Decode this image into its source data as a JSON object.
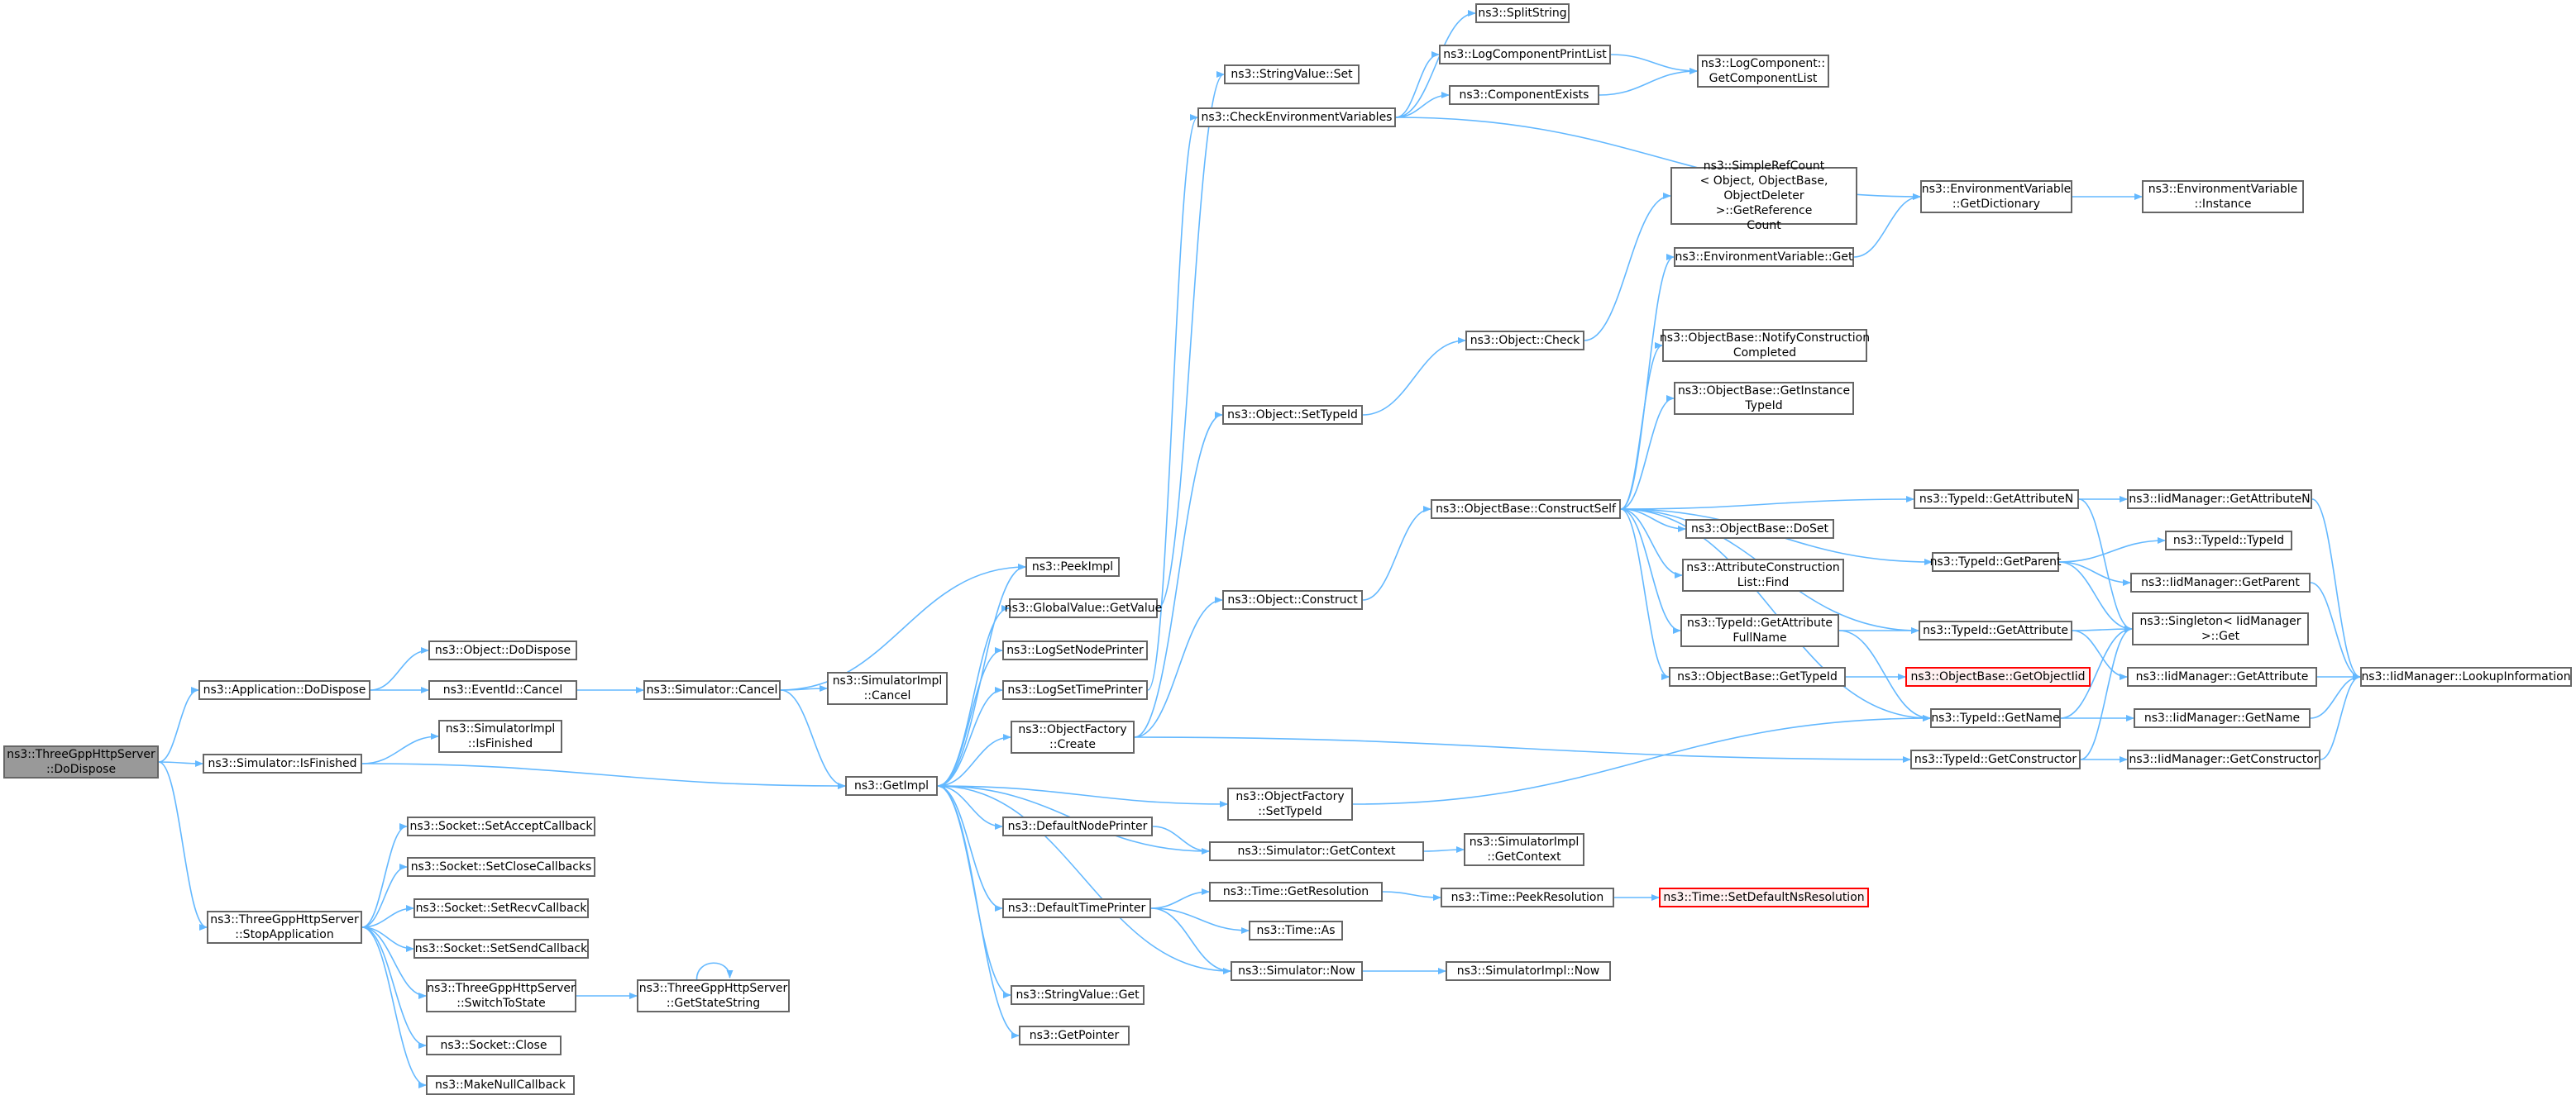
{
  "diagram": {
    "edge_color": "#63b8ff",
    "nodes": {
      "root": "ns3::ThreeGppHttpServer\n::DoDispose",
      "app_dodispose": "ns3::Application::DoDispose",
      "sim_isfinished": "ns3::Simulator::IsFinished",
      "stopapp": "ns3::ThreeGppHttpServer\n::StopApplication",
      "obj_dodispose": "ns3::Object::DoDispose",
      "eventid_cancel": "ns3::EventId::Cancel",
      "simimpl_isfinished": "ns3::SimulatorImpl\n::IsFinished",
      "sock_setaccept": "ns3::Socket::SetAcceptCallback",
      "sock_setclose": "ns3::Socket::SetCloseCallbacks",
      "sock_setrecv": "ns3::Socket::SetRecvCallback",
      "sock_setsend": "ns3::Socket::SetSendCallback",
      "switchtostate": "ns3::ThreeGppHttpServer\n::SwitchToState",
      "sock_close": "ns3::Socket::Close",
      "makenullcb": "ns3::MakeNullCallback",
      "sim_cancel": "ns3::Simulator::Cancel",
      "getstatestring": "ns3::ThreeGppHttpServer\n::GetStateString",
      "simimpl_cancel": "ns3::SimulatorImpl\n::Cancel",
      "getimpl": "ns3::GetImpl",
      "peekimpl": "ns3::PeekImpl",
      "globalvalue_getvalue": "ns3::GlobalValue::GetValue",
      "logsetnodeprinter": "ns3::LogSetNodePrinter",
      "logsettimeprinter": "ns3::LogSetTimePrinter",
      "objfactory_create": "ns3::ObjectFactory\n::Create",
      "defaultnodeprinter": "ns3::DefaultNodePrinter",
      "defaulttimeprinter": "ns3::DefaultTimePrinter",
      "stringvalue_get": "ns3::StringValue::Get",
      "getpointer": "ns3::GetPointer",
      "stringvalue_set": "ns3::StringValue::Set",
      "checkenv": "ns3::CheckEnvironmentVariables",
      "object_settypeid": "ns3::Object::SetTypeId",
      "object_construct": "ns3::Object::Construct",
      "objfactory_settypeid": "ns3::ObjectFactory\n::SetTypeId",
      "sim_getcontext": "ns3::Simulator::GetContext",
      "time_getresolution": "ns3::Time::GetResolution",
      "time_as": "ns3::Time::As",
      "sim_now": "ns3::Simulator::Now",
      "splitstring": "ns3::SplitString",
      "logcomponentprintlist": "ns3::LogComponentPrintList",
      "componentexists": "ns3::ComponentExists",
      "object_check": "ns3::Object::Check",
      "constructself": "ns3::ObjectBase::ConstructSelf",
      "simimpl_getcontext": "ns3::SimulatorImpl\n::GetContext",
      "time_peekresolution": "ns3::Time::PeekResolution",
      "simimpl_now": "ns3::SimulatorImpl::Now",
      "logcomponent_getlist": "ns3::LogComponent::\nGetComponentList",
      "simplerefcount": "ns3::SimpleRefCount\n< Object, ObjectBase,\nObjectDeleter >::GetReference\nCount",
      "envvar_get": "ns3::EnvironmentVariable::Get",
      "notifyconstruction": "ns3::ObjectBase::NotifyConstruction\nCompleted",
      "getinstancetypeid": "ns3::ObjectBase::GetInstance\nTypeId",
      "objectbase_doset": "ns3::ObjectBase::DoSet",
      "attrconstructionlist_find": "ns3::AttributeConstruction\nList::Find",
      "typeid_getattributefullname": "ns3::TypeId::GetAttribute\nFullName",
      "objectbase_gettypeid": "ns3::ObjectBase::GetTypeId",
      "setdefaultnsresolution": "ns3::Time::SetDefaultNsResolution",
      "envvar_getdictionary": "ns3::EnvironmentVariable\n::GetDictionary",
      "typeid_getattributen": "ns3::TypeId::GetAttributeN",
      "typeid_getparent": "ns3::TypeId::GetParent",
      "typeid_getattribute": "ns3::TypeId::GetAttribute",
      "getobjectiid": "ns3::ObjectBase::GetObjectIid",
      "typeid_getname": "ns3::TypeId::GetName",
      "typeid_getconstructor": "ns3::TypeId::GetConstructor",
      "envvar_instance": "ns3::EnvironmentVariable\n::Instance",
      "iidmgr_getattributen": "ns3::IidManager::GetAttributeN",
      "typeid_typeid": "ns3::TypeId::TypeId",
      "iidmgr_getparent": "ns3::IidManager::GetParent",
      "singleton_get": "ns3::Singleton< IidManager\n >::Get",
      "iidmgr_getattribute": "ns3::IidManager::GetAttribute",
      "iidmgr_getname": "ns3::IidManager::GetName",
      "iidmgr_getconstructor": "ns3::IidManager::GetConstructor",
      "iidmgr_lookupinformation": "ns3::IidManager::LookupInformation"
    }
  }
}
